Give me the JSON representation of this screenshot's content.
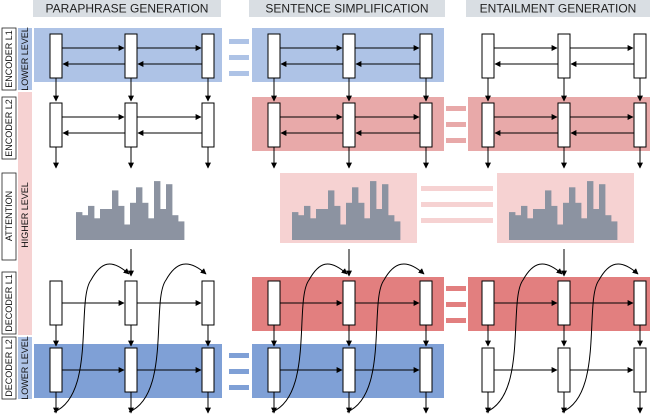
{
  "columns": [
    {
      "key": "para",
      "title": "PARAPHRASE GENERATION"
    },
    {
      "key": "simp",
      "title": "SENTENCE SIMPLIFICATION"
    },
    {
      "key": "ent",
      "title": "ENTAILMENT GENERATION"
    }
  ],
  "row_labels": {
    "encoder_l1": "ENCODER L1",
    "encoder_l2": "ENCODER L2",
    "attention": "ATTENTION",
    "decoder_l1": "DECODER L1",
    "decoder_l2": "DECODER L2"
  },
  "group_labels": {
    "lower_top": "LOWER LEVEL",
    "higher": "HIGHER LEVEL",
    "lower_bottom": "LOWER LEVEL"
  },
  "colors": {
    "shared_lower": "#7fa0d6",
    "shared_higher": "#e79a9a",
    "shared_attention": "#f6d2d2",
    "attention_bars": "#8c93a1",
    "header_bg": "#d9dee3",
    "label_bg": "#ffffff"
  },
  "attention_heights": [
    0.45,
    0.4,
    0.55,
    0.35,
    0.5,
    0.5,
    0.8,
    0.55,
    0.25,
    0.6,
    0.85,
    0.6,
    0.35,
    0.95,
    0.5,
    0.9,
    0.4,
    0.3
  ]
}
